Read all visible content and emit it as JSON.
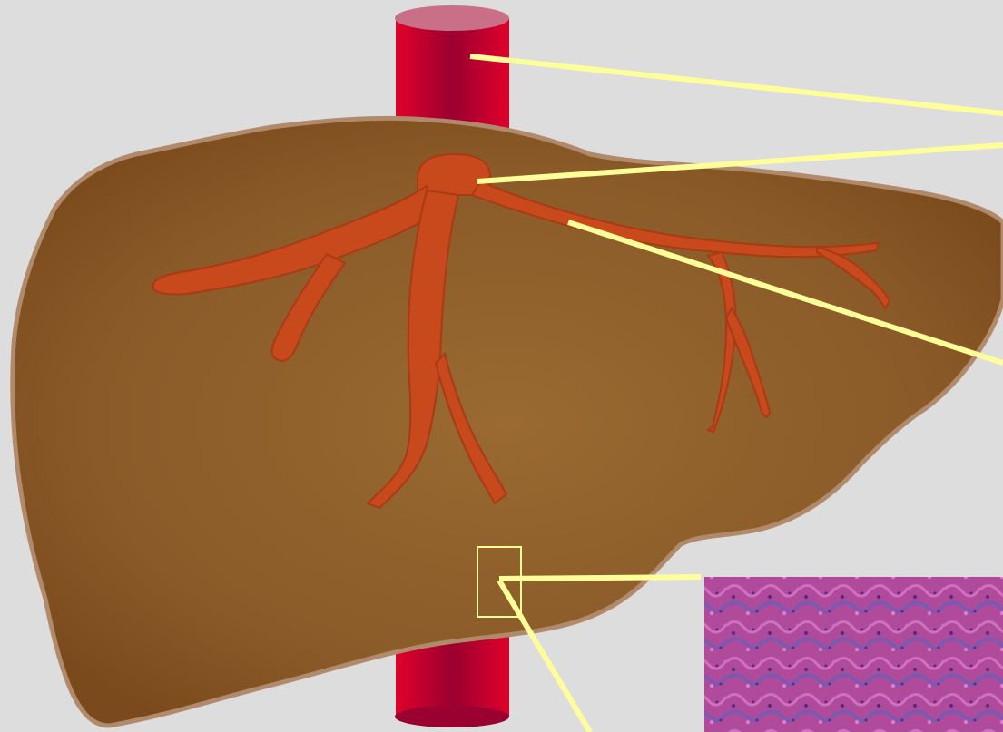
{
  "diagram": {
    "subject": "liver-hepatic-veins",
    "colors": {
      "background": "#dddddd",
      "liver_center": "#9a6a32",
      "liver_edge": "#7a4a1c",
      "liver_outline": "#b08a6a",
      "vein": "#c8491c",
      "vein_dark": "#a83a14",
      "ivc_dark": "#9a0030",
      "ivc_light": "#e0002a",
      "ivc_top": "#c97088",
      "pointer": "#ffff99",
      "histology_pink": "#b04a9a",
      "histology_purple": "#7a5ab0"
    },
    "parts": [
      "inferior-vena-cava",
      "hepatic-vein-confluence",
      "hepatic-vein-branches",
      "liver-parenchyma",
      "histology-sample-box",
      "histology-micrograph"
    ]
  }
}
